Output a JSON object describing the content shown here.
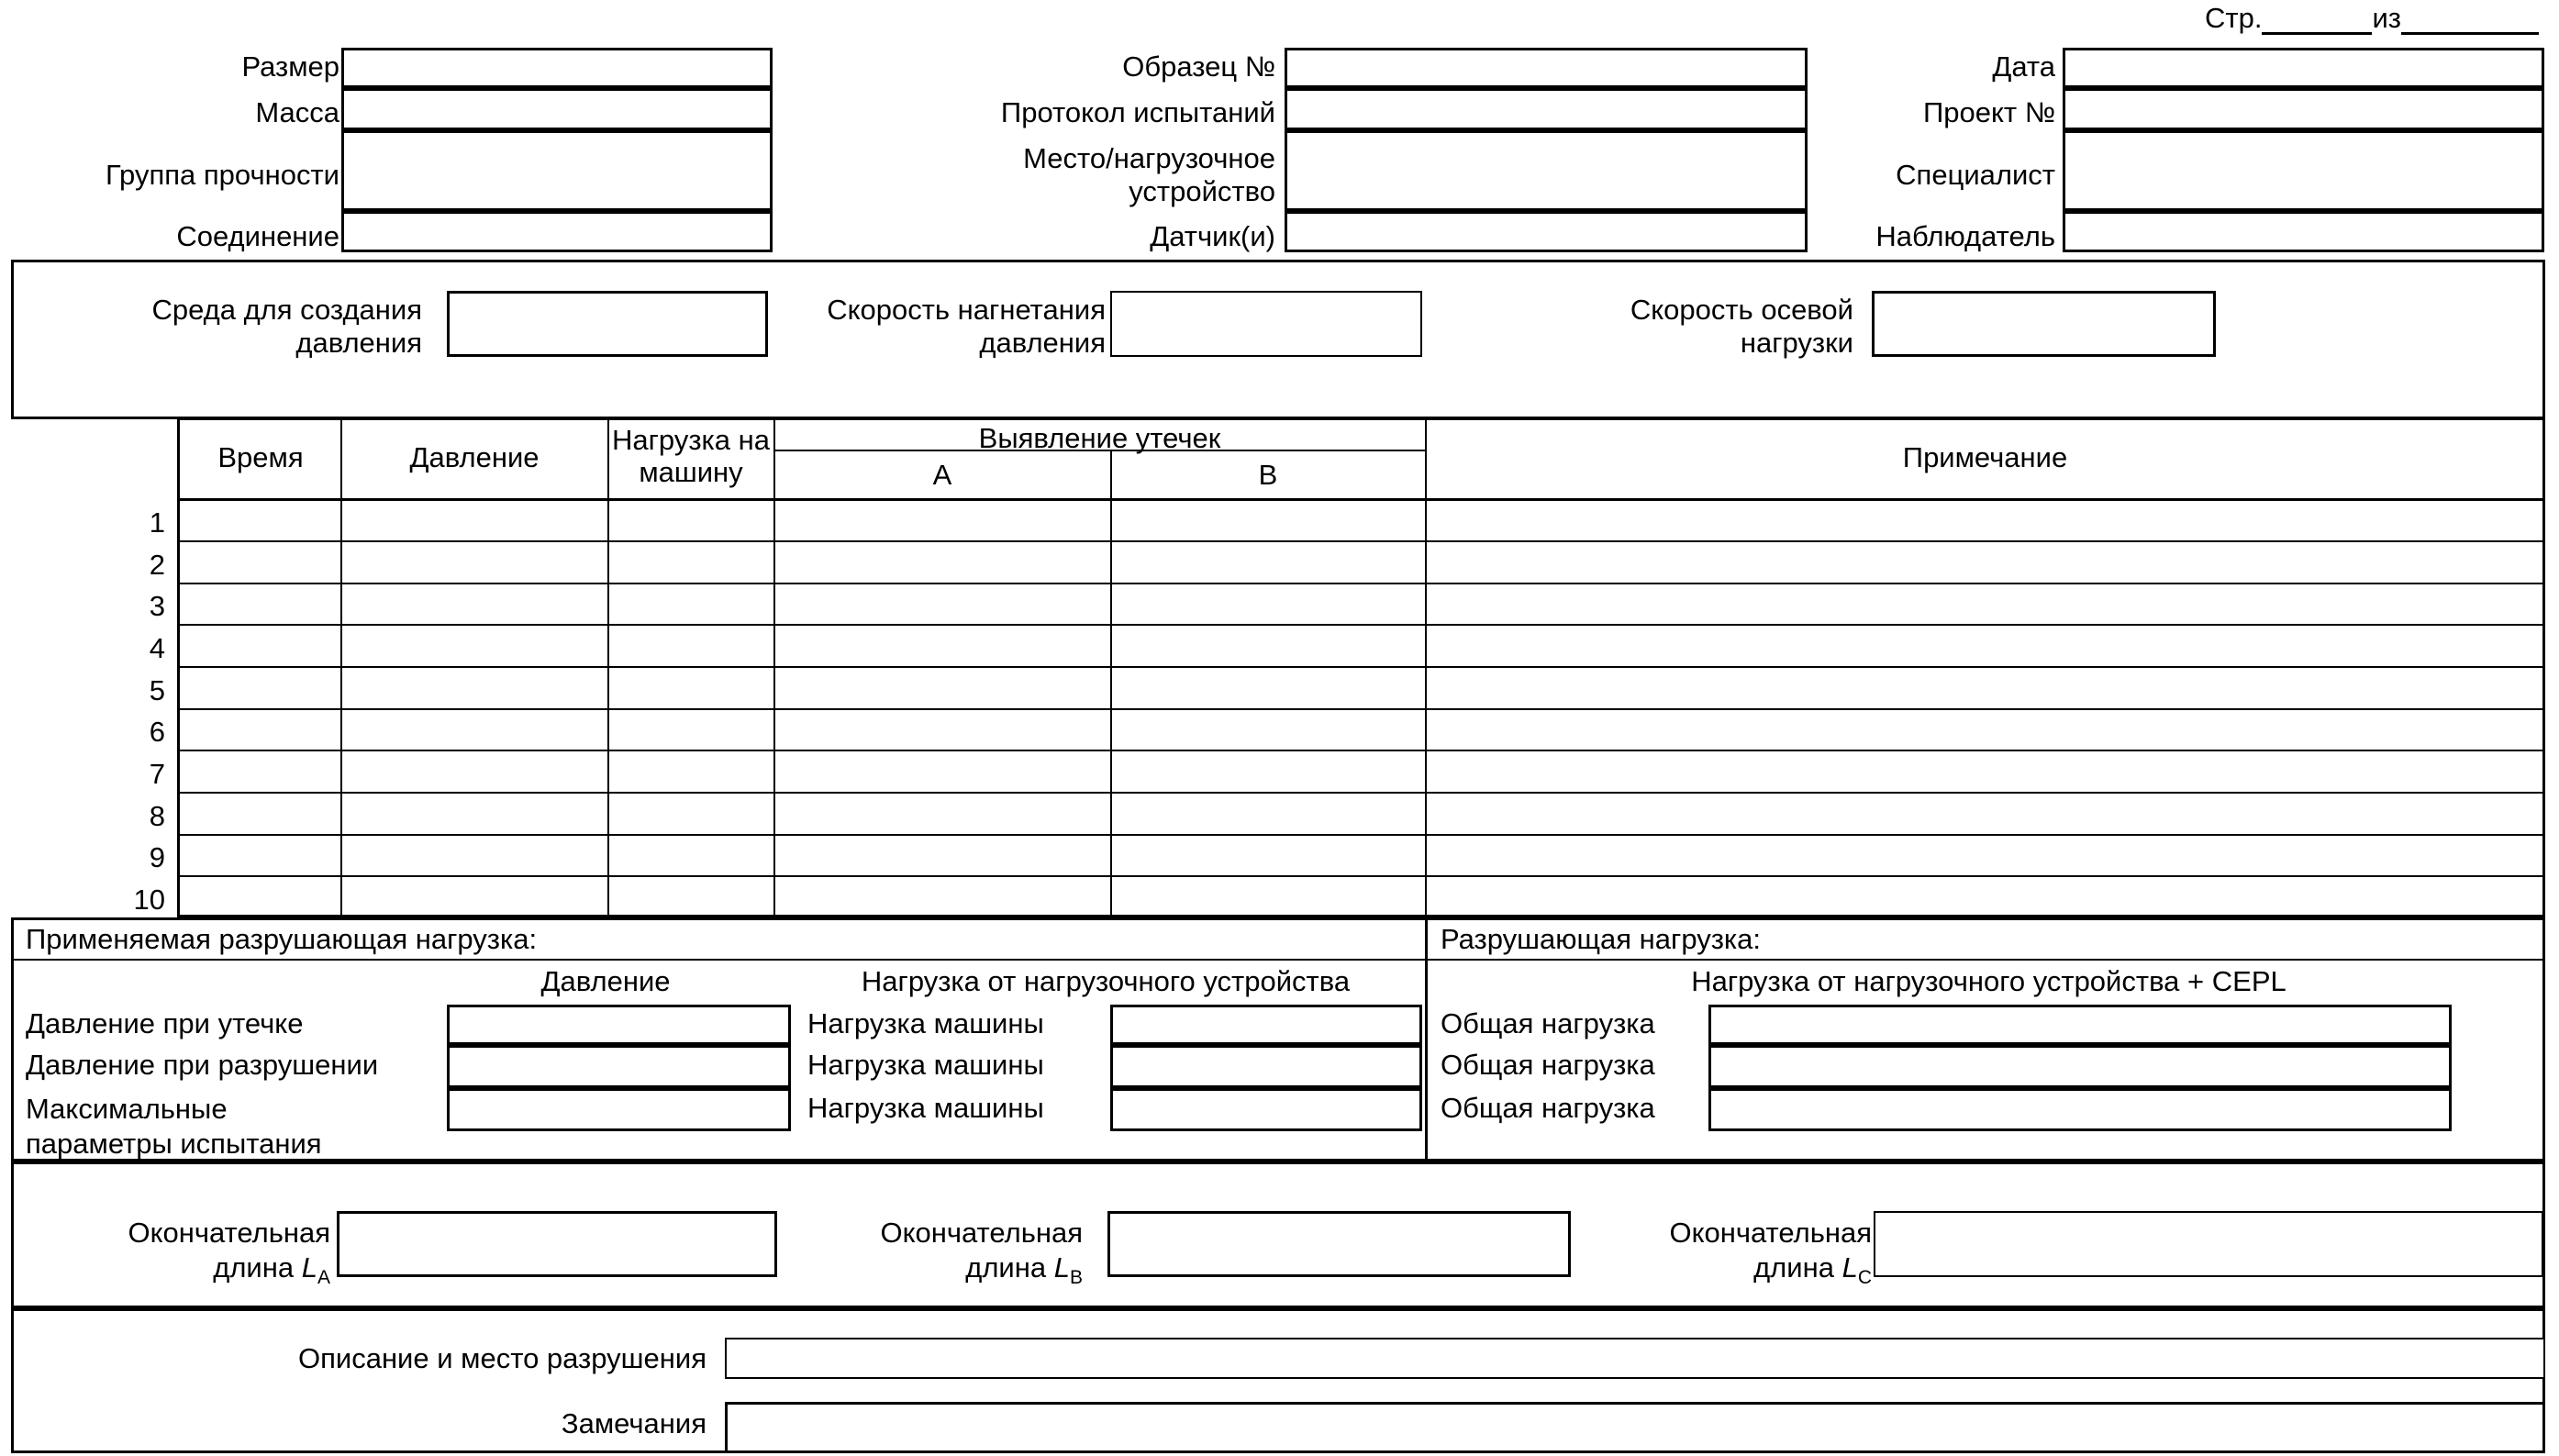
{
  "page_header": {
    "page_label": "Стр.",
    "of_label": "из",
    "page_value": "",
    "total_value": ""
  },
  "identification": {
    "left_column": [
      {
        "label": "Размер",
        "value": ""
      },
      {
        "label": "Масса",
        "value": ""
      },
      {
        "label": "Группа прочности",
        "value": ""
      },
      {
        "label": "Соединение",
        "value": ""
      }
    ],
    "middle_column": [
      {
        "label": "Образец №",
        "value": ""
      },
      {
        "label": "Протокол испытаний",
        "value": ""
      },
      {
        "label": "Место/нагрузочное\nустройство",
        "value": ""
      },
      {
        "label": "Датчик(и)",
        "value": ""
      }
    ],
    "right_column": [
      {
        "label": "Дата",
        "value": ""
      },
      {
        "label": "Проект №",
        "value": ""
      },
      {
        "label": "Специалист",
        "value": ""
      },
      {
        "label": "Наблюдатель",
        "value": ""
      }
    ]
  },
  "conditions": {
    "fields": [
      {
        "label": "Среда для создания\nдавления",
        "value": ""
      },
      {
        "label": "Скорость нагнетания\nдавления",
        "value": ""
      },
      {
        "label": "Скорость осевой\nнагрузки",
        "value": ""
      }
    ]
  },
  "readings_table": {
    "columns": {
      "time": "Время",
      "machine_load": "Нагрузка на\nмашину",
      "pressure": "Давление",
      "leak_detection": "Выявление утечек",
      "leak_a": "A",
      "leak_b": "B",
      "note": "Примечание"
    },
    "rows": [
      {
        "n": "1",
        "time": "",
        "machine_load": "",
        "pressure": "",
        "leak_a": "",
        "leak_b": "",
        "note": ""
      },
      {
        "n": "2",
        "time": "",
        "machine_load": "",
        "pressure": "",
        "leak_a": "",
        "leak_b": "",
        "note": ""
      },
      {
        "n": "3",
        "time": "",
        "machine_load": "",
        "pressure": "",
        "leak_a": "",
        "leak_b": "",
        "note": ""
      },
      {
        "n": "4",
        "time": "",
        "machine_load": "",
        "pressure": "",
        "leak_a": "",
        "leak_b": "",
        "note": ""
      },
      {
        "n": "5",
        "time": "",
        "machine_load": "",
        "pressure": "",
        "leak_a": "",
        "leak_b": "",
        "note": ""
      },
      {
        "n": "6",
        "time": "",
        "machine_load": "",
        "pressure": "",
        "leak_a": "",
        "leak_b": "",
        "note": ""
      },
      {
        "n": "7",
        "time": "",
        "machine_load": "",
        "pressure": "",
        "leak_a": "",
        "leak_b": "",
        "note": ""
      },
      {
        "n": "8",
        "time": "",
        "machine_load": "",
        "pressure": "",
        "leak_a": "",
        "leak_b": "",
        "note": ""
      },
      {
        "n": "9",
        "time": "",
        "machine_load": "",
        "pressure": "",
        "leak_a": "",
        "leak_b": "",
        "note": ""
      },
      {
        "n": "10",
        "time": "",
        "machine_load": "",
        "pressure": "",
        "leak_a": "",
        "leak_b": "",
        "note": ""
      }
    ]
  },
  "breaking_load": {
    "left_title": "Применяемая разрушающая нагрузка:",
    "right_title": "Разрушающая нагрузка:",
    "col_pressure": "Давление",
    "col_device_load": "Нагрузка от нагрузочного устройства",
    "col_device_load_cepl": "Нагрузка от нагрузочного устройства + CEPL",
    "rows": [
      {
        "pressure_label": "Давление при утечке",
        "pressure_value": "",
        "machine_label": "Нагрузка машины",
        "machine_value": "",
        "total_label": "Общая нагрузка",
        "total_value": ""
      },
      {
        "pressure_label": "Давление при разрушении",
        "pressure_value": "",
        "machine_label": "Нагрузка машины",
        "machine_value": "",
        "total_label": "Общая нагрузка",
        "total_value": ""
      },
      {
        "pressure_label": "Максимальные\nпараметры испытания",
        "pressure_value": "",
        "machine_label": "Нагрузка машины",
        "machine_value": "",
        "total_label": "Общая нагрузка",
        "total_value": ""
      }
    ]
  },
  "final_lengths": {
    "items": [
      {
        "label": "Окончательная\nдлина",
        "symbol": "L",
        "subscript": "A",
        "value": ""
      },
      {
        "label": "Окончательная\nдлина",
        "symbol": "L",
        "subscript": "B",
        "value": ""
      },
      {
        "label": "Окончательная\nдлина",
        "symbol": "L",
        "subscript": "C",
        "value": ""
      }
    ]
  },
  "footer": {
    "failure_label": "Описание и место разрушения",
    "failure_value": "",
    "remarks_label": "Замечания",
    "remarks_value": ""
  }
}
